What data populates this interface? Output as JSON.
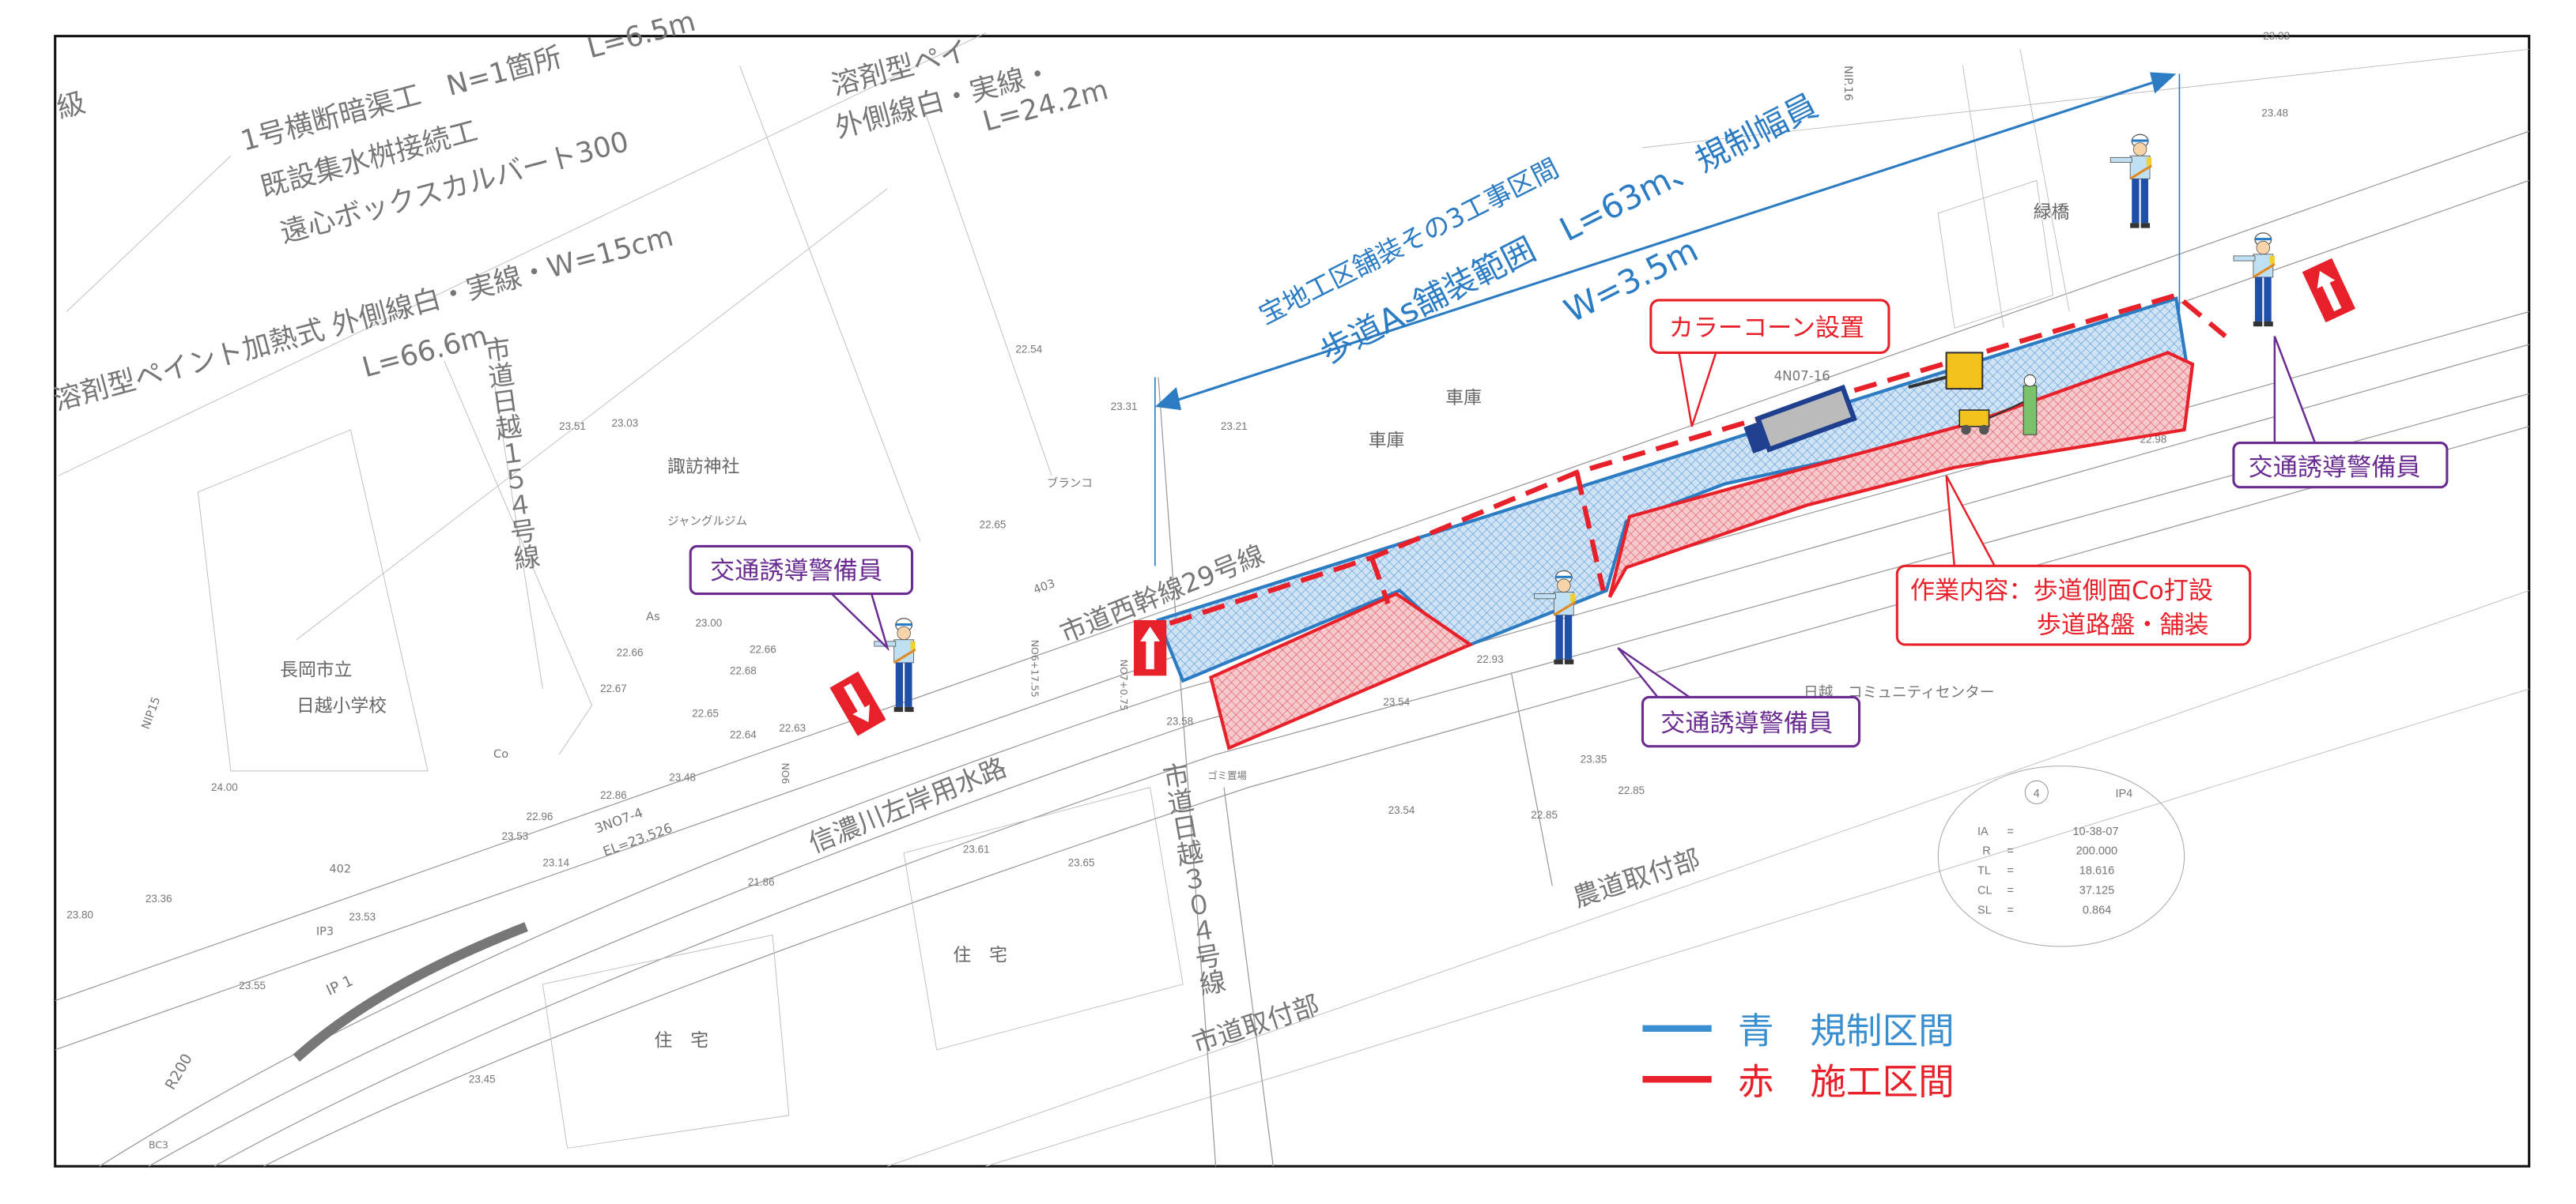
{
  "annotations": {
    "grade": "級",
    "culvert": "1号横断暗渠工　N=1箇所　L=6.5m",
    "catch_basin": "既設集水桝接続工",
    "box_culvert": "遠心ボックスカルバート300",
    "paint_a1": "溶剤型ペイ",
    "paint_a2": "外側線白・実線・",
    "paint_a3": "L=24.2m",
    "paint_b1": "溶剤型ペイント加熱式 外側線白・実線・W=15cm",
    "paint_b2": "L=66.6m"
  },
  "section": {
    "title": "宝地工区舗装その3工事区間",
    "line2": "歩道As舗装範囲　L=63m、規制幅員",
    "width": "W=3.5m"
  },
  "callouts": {
    "cones": "カラーコーン設置",
    "work_line1": "作業内容：歩道側面Co打設",
    "work_line2": "歩道路盤・舗装",
    "guard_left": "交通誘導警備員",
    "guard_center": "交通誘導警備員",
    "guard_right": "交通誘導警備員"
  },
  "legend": [
    {
      "label": "青　規制区間",
      "color": "#3a8fd0"
    },
    {
      "label": "赤　施工区間",
      "color": "#e8202a"
    }
  ],
  "curve_table": {
    "number": "4",
    "name": "IP4",
    "rows": [
      {
        "key": "IA",
        "eq": "=",
        "value": "10-38-07"
      },
      {
        "key": "R",
        "eq": "=",
        "value": "200.000"
      },
      {
        "key": "TL",
        "eq": "=",
        "value": "18.616"
      },
      {
        "key": "CL",
        "eq": "=",
        "value": "37.125"
      },
      {
        "key": "SL",
        "eq": "=",
        "value": "0.864"
      }
    ]
  },
  "map_labels": {
    "shrine": "諏訪神社",
    "jungle_gym": "ジャングルジム",
    "swing": "ブランコ",
    "school_1": "長岡市立",
    "school_2": "日越小学校",
    "road_154": "市道日越１５４号線",
    "road_29": "市道西幹線29号線",
    "canal": "信濃川左岸用水路",
    "road_304": "市道日越３０４号線",
    "city_road_junction": "市道取付部",
    "farm_road_junction": "農道取付部",
    "house_1": "住　宅",
    "house_2": "住　宅",
    "garage_1": "車庫",
    "garage_2": "車庫",
    "bridge": "緑橋",
    "community_center": "日越　コミュニティセンター",
    "garbage": "ゴミ置場",
    "station_4n07": "4N07-16",
    "station_3n07": "3NO7-4",
    "el": "EL=23.526",
    "as": "As",
    "co": "Co",
    "no6": "NO6",
    "no6_17": "NO6+17.55",
    "no7": "NO7+0.75",
    "ip3": "IP3",
    "ip1": "IP 1",
    "r200": "R200",
    "bc3": "BC3",
    "num403": "403",
    "num402": "402",
    "nip15": "NIP15",
    "nip16": "NIP.16"
  },
  "elevations": [
    "23.51",
    "23.03",
    "22.54",
    "23.31",
    "23.21",
    "22.65",
    "22.66",
    "23.00",
    "22.66",
    "22.68",
    "22.67",
    "22.65",
    "22.64",
    "22.63",
    "23.48",
    "22.86",
    "22.96",
    "23.53",
    "23.14",
    "24.00",
    "23.36",
    "23.80",
    "23.53",
    "23.55",
    "23.58",
    "23.54",
    "23.54",
    "22.93",
    "23.35",
    "22.85",
    "22.85",
    "23.61",
    "23.65",
    "22.98",
    "23.33",
    "23.48",
    "23.45",
    "21.86"
  ]
}
